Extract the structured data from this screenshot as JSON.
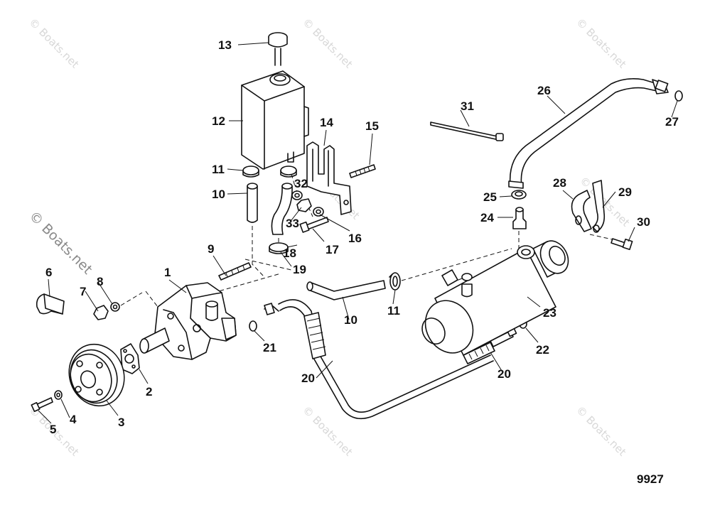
{
  "watermark": {
    "text": "© Boats.net"
  },
  "drawing_number": "9927",
  "callouts": [
    {
      "id": "c1",
      "label": "1"
    },
    {
      "id": "c2",
      "label": "2"
    },
    {
      "id": "c3",
      "label": "3"
    },
    {
      "id": "c4",
      "label": "4"
    },
    {
      "id": "c5",
      "label": "5"
    },
    {
      "id": "c6",
      "label": "6"
    },
    {
      "id": "c7",
      "label": "7"
    },
    {
      "id": "c8",
      "label": "8"
    },
    {
      "id": "c9",
      "label": "9"
    },
    {
      "id": "c10a",
      "label": "10"
    },
    {
      "id": "c10b",
      "label": "10"
    },
    {
      "id": "c11a",
      "label": "11"
    },
    {
      "id": "c11b",
      "label": "11"
    },
    {
      "id": "c12",
      "label": "12"
    },
    {
      "id": "c13",
      "label": "13"
    },
    {
      "id": "c14",
      "label": "14"
    },
    {
      "id": "c15",
      "label": "15"
    },
    {
      "id": "c16",
      "label": "16"
    },
    {
      "id": "c17",
      "label": "17"
    },
    {
      "id": "c18",
      "label": "18"
    },
    {
      "id": "c19",
      "label": "19"
    },
    {
      "id": "c20a",
      "label": "20"
    },
    {
      "id": "c20b",
      "label": "20"
    },
    {
      "id": "c21",
      "label": "21"
    },
    {
      "id": "c22",
      "label": "22"
    },
    {
      "id": "c23",
      "label": "23"
    },
    {
      "id": "c24",
      "label": "24"
    },
    {
      "id": "c25",
      "label": "25"
    },
    {
      "id": "c26",
      "label": "26"
    },
    {
      "id": "c27",
      "label": "27"
    },
    {
      "id": "c28",
      "label": "28"
    },
    {
      "id": "c29",
      "label": "29"
    },
    {
      "id": "c30",
      "label": "30"
    },
    {
      "id": "c31",
      "label": "31"
    },
    {
      "id": "c32",
      "label": "32"
    },
    {
      "id": "c33",
      "label": "33"
    }
  ]
}
